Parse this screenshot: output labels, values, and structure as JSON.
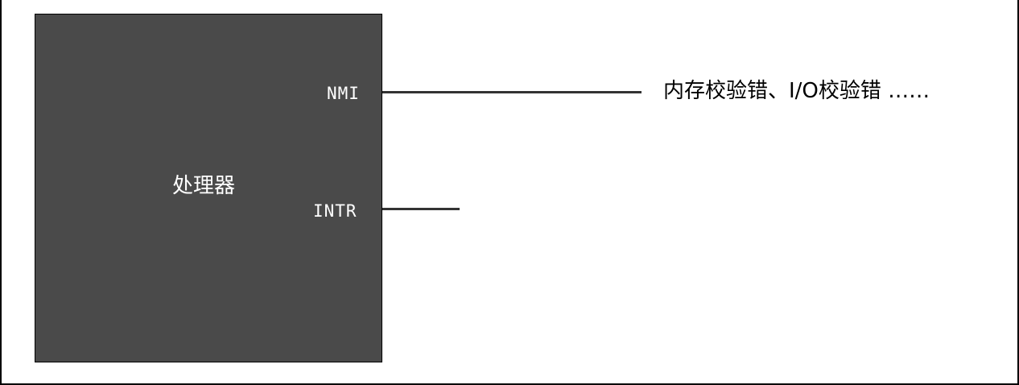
{
  "processor": {
    "label": "处理器",
    "pins": {
      "nmi": "NMI",
      "intr": "INTR"
    }
  },
  "nmi_sources": {
    "label": "内存校验错、I/O校验错 ……"
  },
  "colors": {
    "processor_fill": "#4a4a4a",
    "line": "#333333",
    "processor_text": "#ffffff"
  }
}
